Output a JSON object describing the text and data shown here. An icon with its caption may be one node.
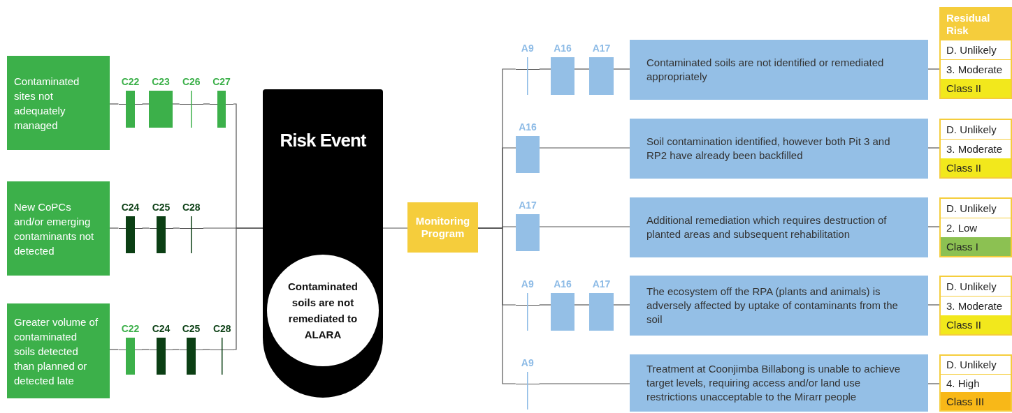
{
  "diagram": {
    "nodes": [
      {
        "text": [
          "Contaminated sites not adequately managed"
        ]
      },
      {
        "text": [
          "C22"
        ]
      },
      {
        "text": [
          "C23"
        ]
      },
      {
        "text": [
          "C26"
        ]
      },
      {
        "text": [
          "C27"
        ]
      },
      {
        "text": [
          "New CoPCs and/or emerging contaminants not detected"
        ]
      },
      {
        "text": [
          "C24"
        ]
      },
      {
        "text": [
          "C25"
        ]
      },
      {
        "text": [
          "C28"
        ]
      },
      {
        "text": [
          "Greater volume of contaminated soils detected than planned or detected late"
        ]
      },
      {
        "text": [
          "C22"
        ]
      },
      {
        "text": [
          "C24"
        ]
      },
      {
        "text": [
          "C25"
        ]
      },
      {
        "text": [
          "C28"
        ]
      },
      {
        "text": [
          "Risk Event"
        ]
      },
      {
        "text": [
          "Contaminated soils are not remediated to ALARA"
        ],
        "in": 14
      },
      {
        "text": [
          "Monitoring Program"
        ]
      },
      {
        "text": [
          "A9"
        ]
      },
      {
        "text": [
          "A16"
        ]
      },
      {
        "text": [
          "A17"
        ]
      },
      {
        "text": [
          "Contaminated soils are not identified or remediated appropriately"
        ]
      },
      {
        "text": [
          "Residual Risk",
          "D. Unlikely",
          "3. Moderate",
          "Class II"
        ]
      },
      {
        "text": [
          "A16"
        ]
      },
      {
        "text": [
          "Soil contamination identified, however both Pit 3 and RP2 have already been backfilled"
        ]
      },
      {
        "text": [
          "D. Unlikely",
          "3. Moderate",
          "Class II"
        ]
      },
      {
        "text": [
          "A17"
        ]
      },
      {
        "text": [
          "Additional remediation which requires destruction of planted areas and subsequent rehabilitation"
        ]
      },
      {
        "text": [
          "D. Unlikely",
          "2. Low",
          "Class I"
        ]
      },
      {
        "text": [
          "A9"
        ]
      },
      {
        "text": [
          "A16"
        ]
      },
      {
        "text": [
          "A17"
        ]
      },
      {
        "text": [
          "The ecosystem off the RPA (plants and animals) is adversely affected by uptake of contaminants from the soil"
        ]
      },
      {
        "text": [
          "D. Unlikely",
          "3. Moderate",
          "Class II"
        ]
      },
      {
        "text": [
          "A9"
        ]
      },
      {
        "text": [
          "Treatment at Coonjimba Billabong is unable to achieve target levels, requiring access and/or land use restrictions unacceptable to the Mirarr people"
        ]
      },
      {
        "text": [
          "D. Unlikely",
          "4. High",
          "Class III"
        ]
      }
    ],
    "edges": [
      {
        "from": 0,
        "to": 1,
        "arrow": "none"
      },
      {
        "from": 1,
        "to": 2,
        "arrow": "none"
      },
      {
        "from": 2,
        "to": 3,
        "arrow": "none"
      },
      {
        "from": 3,
        "to": 4,
        "arrow": "none"
      },
      {
        "from": 4,
        "to": 14,
        "arrow": "none"
      },
      {
        "from": 5,
        "to": 6,
        "arrow": "none"
      },
      {
        "from": 6,
        "to": 7,
        "arrow": "none"
      },
      {
        "from": 7,
        "to": 8,
        "arrow": "none"
      },
      {
        "from": 8,
        "to": 14,
        "arrow": "none"
      },
      {
        "from": 9,
        "to": 10,
        "arrow": "none"
      },
      {
        "from": 10,
        "to": 11,
        "arrow": "none"
      },
      {
        "from": 11,
        "to": 12,
        "arrow": "none"
      },
      {
        "from": 12,
        "to": 13,
        "arrow": "none"
      },
      {
        "from": 13,
        "to": 14,
        "arrow": "none"
      },
      {
        "from": 14,
        "to": 16,
        "arrow": "none"
      },
      {
        "from": 16,
        "to": 17,
        "arrow": "none"
      },
      {
        "from": 17,
        "to": 18,
        "arrow": "none"
      },
      {
        "from": 18,
        "to": 19,
        "arrow": "none"
      },
      {
        "from": 19,
        "to": 20,
        "arrow": "none"
      },
      {
        "from": 20,
        "to": 21,
        "arrow": "none"
      },
      {
        "from": 16,
        "to": 22,
        "arrow": "none"
      },
      {
        "from": 22,
        "to": 23,
        "arrow": "none"
      },
      {
        "from": 23,
        "to": 24,
        "arrow": "none"
      },
      {
        "from": 16,
        "to": 25,
        "arrow": "none"
      },
      {
        "from": 25,
        "to": 26,
        "arrow": "none"
      },
      {
        "from": 26,
        "to": 27,
        "arrow": "none"
      },
      {
        "from": 16,
        "to": 28,
        "arrow": "none"
      },
      {
        "from": 28,
        "to": 29,
        "arrow": "none"
      },
      {
        "from": 29,
        "to": 30,
        "arrow": "none"
      },
      {
        "from": 30,
        "to": 31,
        "arrow": "none"
      },
      {
        "from": 31,
        "to": 32,
        "arrow": "none"
      },
      {
        "from": 16,
        "to": 33,
        "arrow": "none"
      },
      {
        "from": 33,
        "to": 34,
        "arrow": "none"
      },
      {
        "from": 34,
        "to": 35,
        "arrow": "none"
      }
    ]
  }
}
